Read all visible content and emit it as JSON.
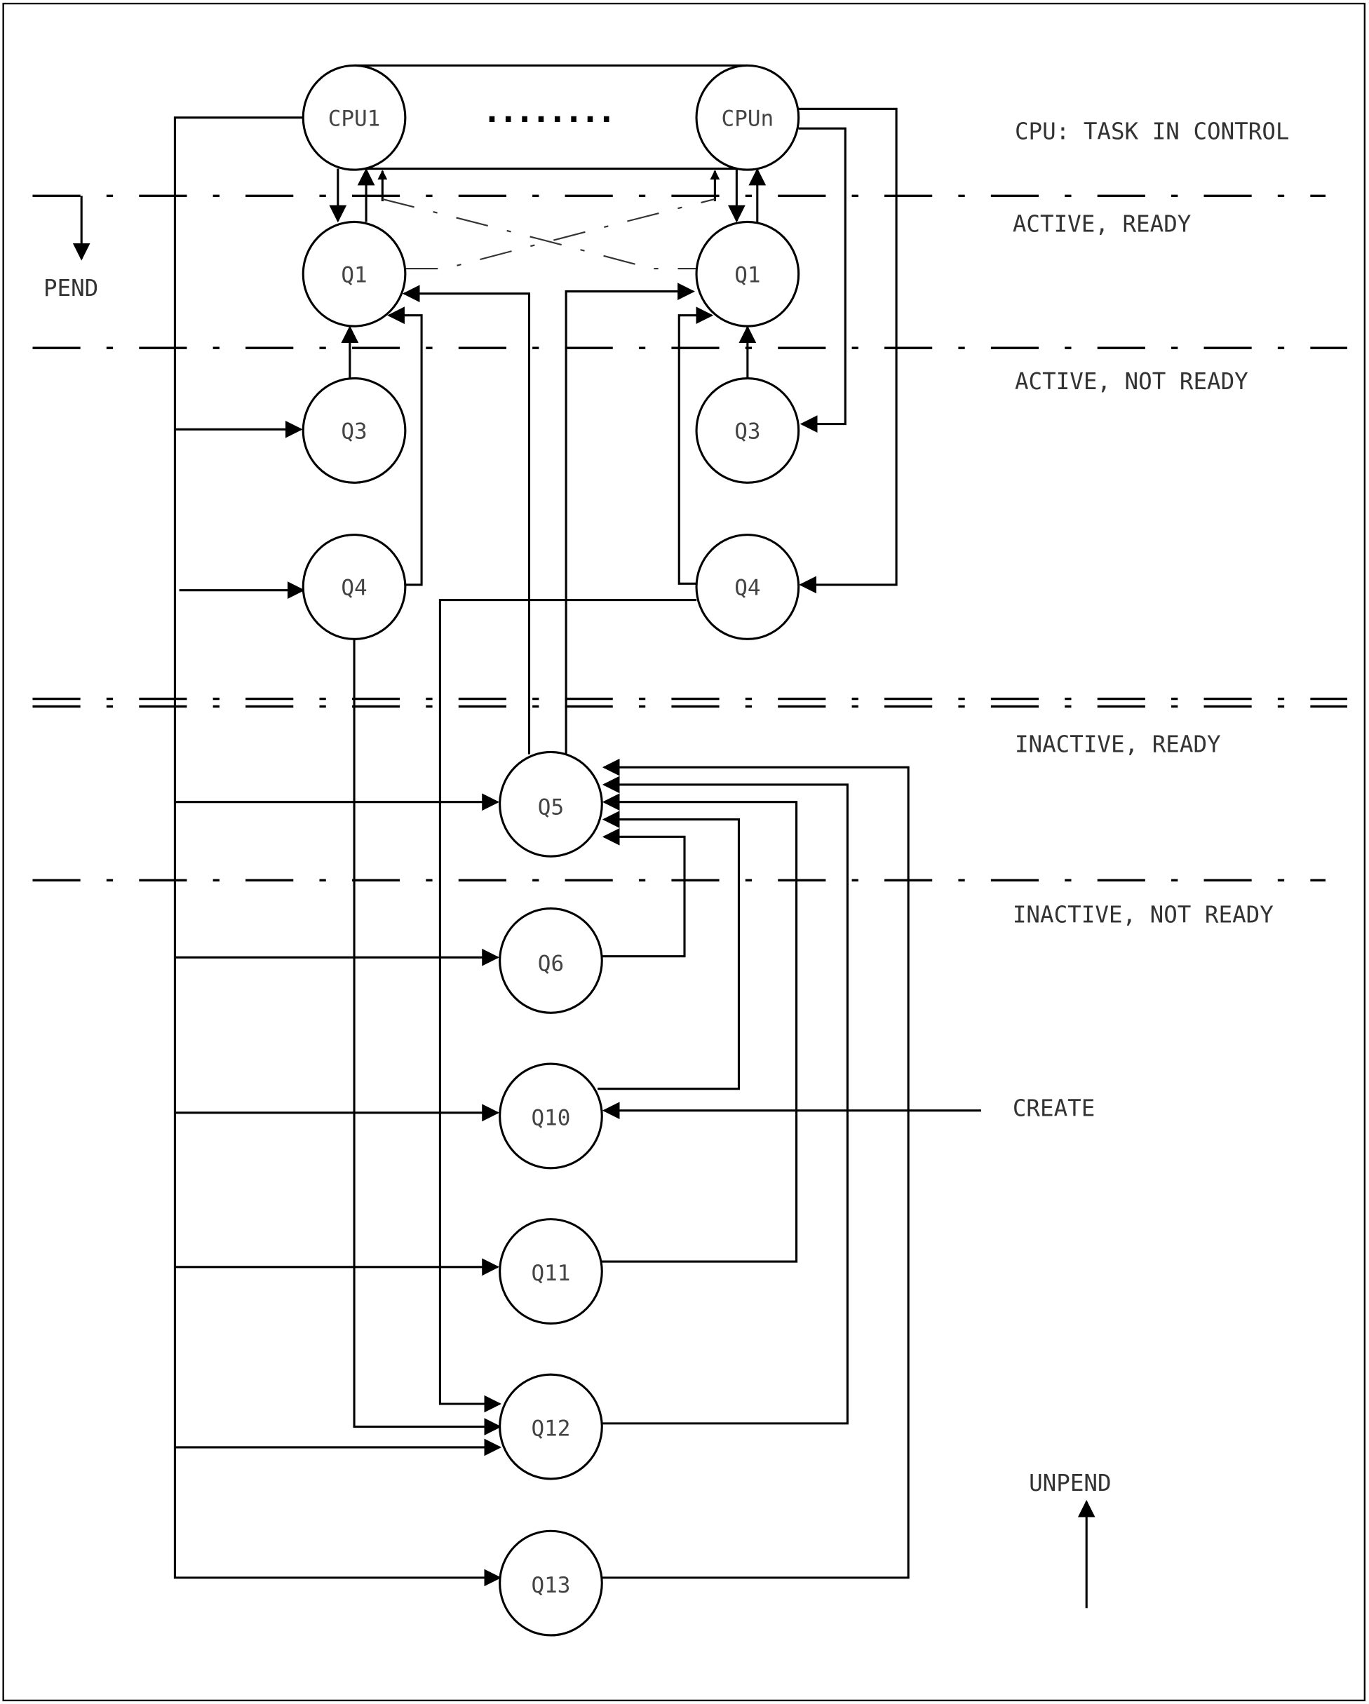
{
  "nodes": {
    "cpu1": "CPU1",
    "cpun": "CPUn",
    "cpu_ellipsis": "........",
    "q1_left": "Q1",
    "q1_right": "Q1",
    "q3_left": "Q3",
    "q3_right": "Q3",
    "q4_left": "Q4",
    "q4_right": "Q4",
    "q5": "Q5",
    "q6": "Q6",
    "q10": "Q10",
    "q11": "Q11",
    "q12": "Q12",
    "q13": "Q13"
  },
  "zones": {
    "cpu": "CPU: TASK IN CONTROL",
    "active_ready": "ACTIVE, READY",
    "active_not_ready": "ACTIVE, NOT READY",
    "inactive_ready": "INACTIVE, READY",
    "inactive_not_ready": "INACTIVE, NOT READY"
  },
  "annotations": {
    "pend": "PEND",
    "create": "CREATE",
    "unpend": "UNPEND"
  }
}
